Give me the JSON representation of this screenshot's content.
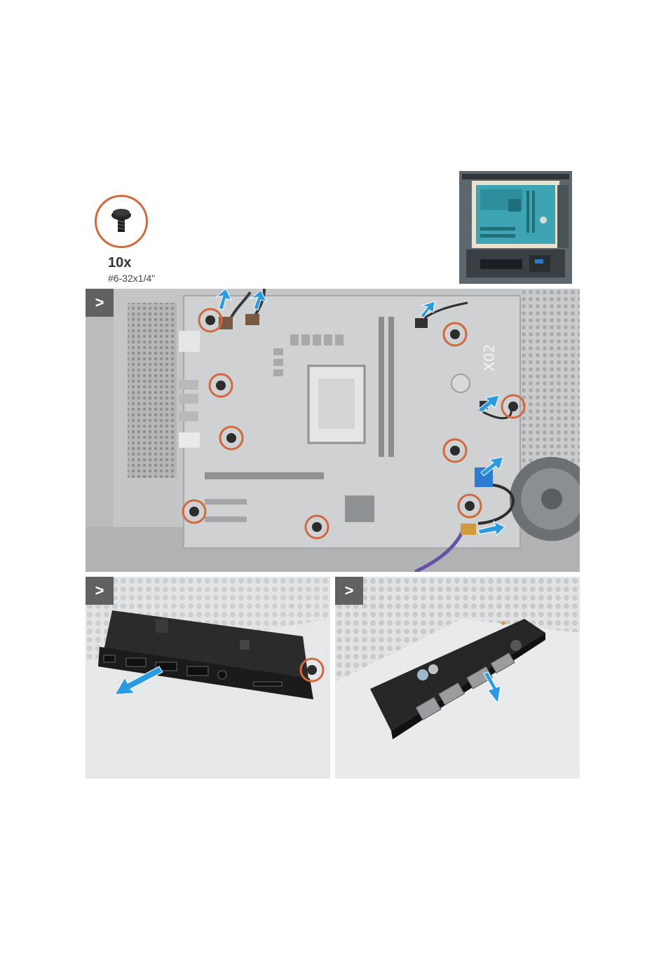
{
  "screw": {
    "quantity": "10x",
    "spec": "#6-32x1/4\""
  },
  "board": {
    "silkscreen": "X02"
  },
  "steps": {
    "next_glyph": ">"
  },
  "colors": {
    "screw_callout": "#d2693c",
    "arrow": "#2a9be0",
    "step_button": "#5f6163"
  }
}
